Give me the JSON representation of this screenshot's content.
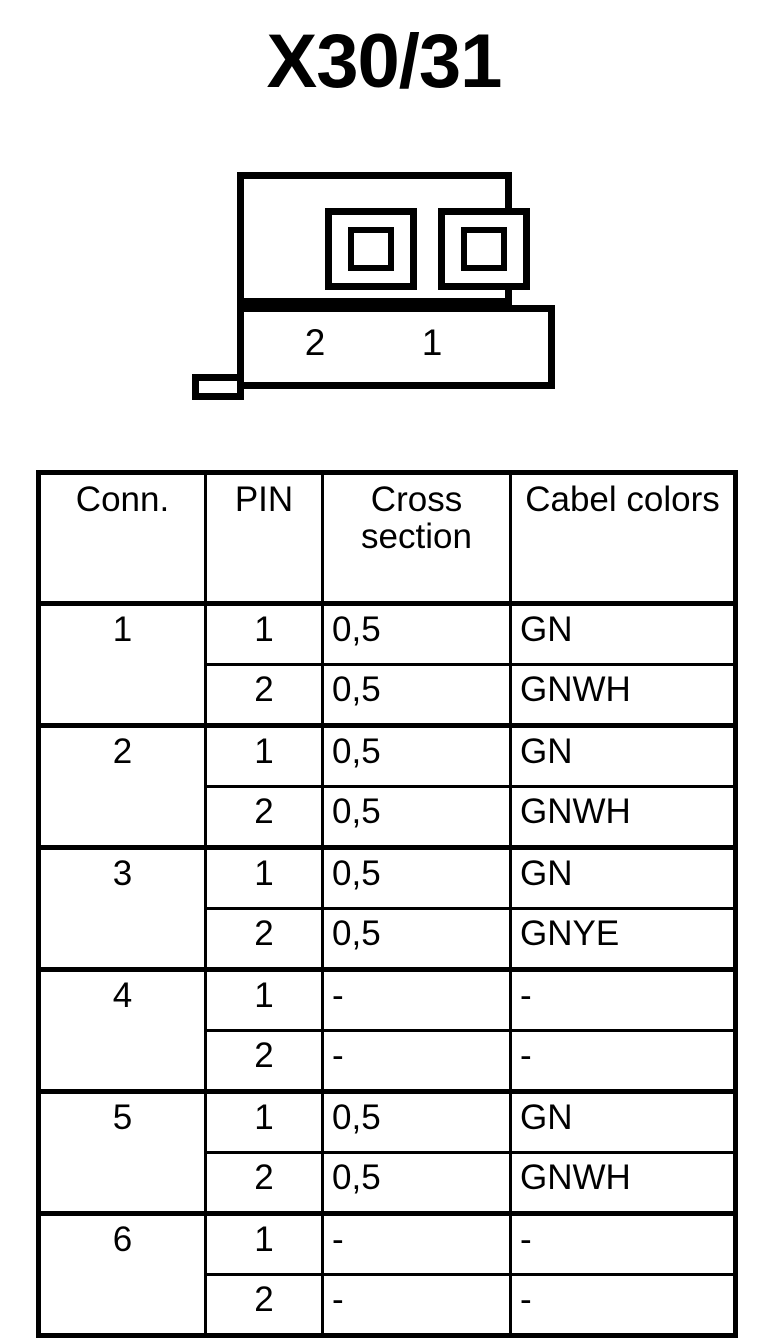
{
  "title": "X30/31",
  "connector": {
    "name": "2-pin-connector-pinout",
    "pins": [
      {
        "label": "2"
      },
      {
        "label": "1"
      }
    ]
  },
  "table": {
    "headers": {
      "conn": "Conn.",
      "pin": "PIN",
      "cross_section": "Cross section",
      "cable_colors": "Cabel colors"
    },
    "groups": [
      {
        "conn": "1",
        "rows": [
          {
            "pin": "1",
            "cross_section": "0,5",
            "color": "GN"
          },
          {
            "pin": "2",
            "cross_section": "0,5",
            "color": "GNWH"
          }
        ]
      },
      {
        "conn": "2",
        "rows": [
          {
            "pin": "1",
            "cross_section": "0,5",
            "color": "GN"
          },
          {
            "pin": "2",
            "cross_section": "0,5",
            "color": "GNWH"
          }
        ]
      },
      {
        "conn": "3",
        "rows": [
          {
            "pin": "1",
            "cross_section": "0,5",
            "color": "GN"
          },
          {
            "pin": "2",
            "cross_section": "0,5",
            "color": "GNYE"
          }
        ]
      },
      {
        "conn": "4",
        "rows": [
          {
            "pin": "1",
            "cross_section": "-",
            "color": "-"
          },
          {
            "pin": "2",
            "cross_section": "-",
            "color": "-"
          }
        ]
      },
      {
        "conn": "5",
        "rows": [
          {
            "pin": "1",
            "cross_section": "0,5",
            "color": "GN"
          },
          {
            "pin": "2",
            "cross_section": "0,5",
            "color": "GNWH"
          }
        ]
      },
      {
        "conn": "6",
        "rows": [
          {
            "pin": "1",
            "cross_section": "-",
            "color": "-"
          },
          {
            "pin": "2",
            "cross_section": "-",
            "color": "-"
          }
        ]
      }
    ]
  },
  "colors": {
    "ink": "#000000",
    "paper": "#ffffff"
  }
}
